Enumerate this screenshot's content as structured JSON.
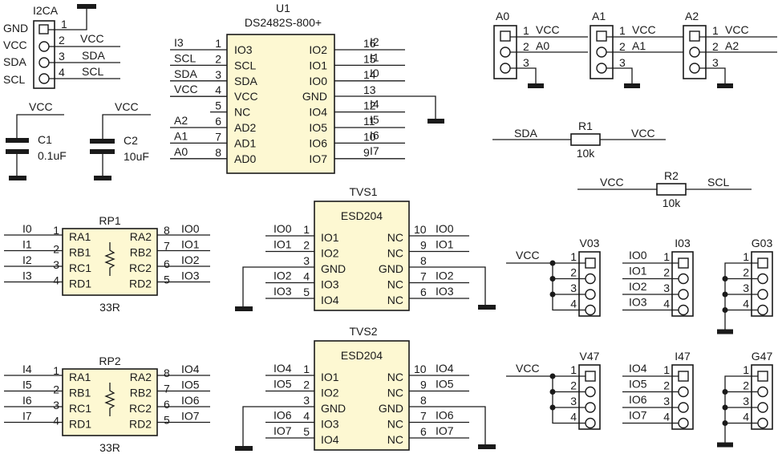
{
  "diagram": {
    "type": "electronic-schematic",
    "i2c_header": {
      "ref": "I2CA",
      "side_labels": [
        "GND",
        "VCC",
        "SDA",
        "SCL"
      ],
      "pins": [
        {
          "num": "1",
          "net": ""
        },
        {
          "num": "2",
          "net": "VCC"
        },
        {
          "num": "3",
          "net": "SDA"
        },
        {
          "num": "4",
          "net": "SCL"
        }
      ]
    },
    "u1": {
      "ref": "U1",
      "part": "DS2482S-800+",
      "left_pins": [
        {
          "num": "1",
          "name": "IO3",
          "net": "I3"
        },
        {
          "num": "2",
          "name": "SCL",
          "net": "SCL"
        },
        {
          "num": "3",
          "name": "SDA",
          "net": "SDA"
        },
        {
          "num": "4",
          "name": "VCC",
          "net": "VCC"
        },
        {
          "num": "5",
          "name": "NC",
          "net": ""
        },
        {
          "num": "6",
          "name": "AD2",
          "net": "A2"
        },
        {
          "num": "7",
          "name": "AD1",
          "net": "A1"
        },
        {
          "num": "8",
          "name": "AD0",
          "net": "A0"
        }
      ],
      "right_pins": [
        {
          "num": "16",
          "name": "IO2",
          "net": "I2"
        },
        {
          "num": "15",
          "name": "IO1",
          "net": "I1"
        },
        {
          "num": "14",
          "name": "IO0",
          "net": "I0"
        },
        {
          "num": "13",
          "name": "GND",
          "net": ""
        },
        {
          "num": "12",
          "name": "IO4",
          "net": "I4"
        },
        {
          "num": "11",
          "name": "IO5",
          "net": "I5"
        },
        {
          "num": "10",
          "name": "IO6",
          "net": "I6"
        },
        {
          "num": "9",
          "name": "IO7",
          "net": "I7"
        }
      ]
    },
    "capacitors": [
      {
        "ref": "C1",
        "value": "0.1uF",
        "net": "VCC"
      },
      {
        "ref": "C2",
        "value": "10uF",
        "net": "VCC"
      }
    ],
    "address_jumpers": [
      {
        "ref": "A0",
        "pins": [
          {
            "num": "1",
            "net": "VCC"
          },
          {
            "num": "2",
            "net": "A0"
          },
          {
            "num": "3",
            "net": ""
          }
        ]
      },
      {
        "ref": "A1",
        "pins": [
          {
            "num": "1",
            "net": "VCC"
          },
          {
            "num": "2",
            "net": "A1"
          },
          {
            "num": "3",
            "net": ""
          }
        ]
      },
      {
        "ref": "A2",
        "pins": [
          {
            "num": "1",
            "net": "VCC"
          },
          {
            "num": "2",
            "net": "A2"
          },
          {
            "num": "3",
            "net": ""
          }
        ]
      }
    ],
    "resistors": [
      {
        "ref": "R1",
        "value": "10k",
        "left_net": "SDA",
        "right_net": "VCC"
      },
      {
        "ref": "R2",
        "value": "10k",
        "left_net": "VCC",
        "right_net": "SCL"
      }
    ],
    "resistor_packs": [
      {
        "ref": "RP1",
        "value": "33R",
        "left": [
          {
            "num": "1",
            "name": "RA1",
            "net": "I0"
          },
          {
            "num": "2",
            "name": "RB1",
            "net": "I1"
          },
          {
            "num": "3",
            "name": "RC1",
            "net": "I2"
          },
          {
            "num": "4",
            "name": "RD1",
            "net": "I3"
          }
        ],
        "right": [
          {
            "num": "8",
            "name": "RA2",
            "net": "IO0"
          },
          {
            "num": "7",
            "name": "RB2",
            "net": "IO1"
          },
          {
            "num": "6",
            "name": "RC2",
            "net": "IO2"
          },
          {
            "num": "5",
            "name": "RD2",
            "net": "IO3"
          }
        ]
      },
      {
        "ref": "RP2",
        "value": "33R",
        "left": [
          {
            "num": "1",
            "name": "RA1",
            "net": "I4"
          },
          {
            "num": "2",
            "name": "RB1",
            "net": "I5"
          },
          {
            "num": "3",
            "name": "RC1",
            "net": "I6"
          },
          {
            "num": "4",
            "name": "RD1",
            "net": "I7"
          }
        ],
        "right": [
          {
            "num": "8",
            "name": "RA2",
            "net": "IO4"
          },
          {
            "num": "7",
            "name": "RB2",
            "net": "IO5"
          },
          {
            "num": "6",
            "name": "RC2",
            "net": "IO6"
          },
          {
            "num": "5",
            "name": "RD2",
            "net": "IO7"
          }
        ]
      }
    ],
    "tvs": [
      {
        "ref": "TVS1",
        "part": "ESD204",
        "left": [
          {
            "num": "1",
            "name": "IO1",
            "net": "IO0"
          },
          {
            "num": "2",
            "name": "IO2",
            "net": "IO1"
          },
          {
            "num": "3",
            "name": "GND",
            "net": ""
          },
          {
            "num": "4",
            "name": "IO3",
            "net": "IO2"
          },
          {
            "num": "5",
            "name": "IO4",
            "net": "IO3"
          }
        ],
        "right": [
          {
            "num": "10",
            "name": "NC",
            "net": "IO0"
          },
          {
            "num": "9",
            "name": "NC",
            "net": "IO1"
          },
          {
            "num": "8",
            "name": "GND",
            "net": ""
          },
          {
            "num": "7",
            "name": "NC",
            "net": "IO2"
          },
          {
            "num": "6",
            "name": "NC",
            "net": "IO3"
          }
        ]
      },
      {
        "ref": "TVS2",
        "part": "ESD204",
        "left": [
          {
            "num": "1",
            "name": "IO1",
            "net": "IO4"
          },
          {
            "num": "2",
            "name": "IO2",
            "net": "IO5"
          },
          {
            "num": "3",
            "name": "GND",
            "net": ""
          },
          {
            "num": "4",
            "name": "IO3",
            "net": "IO6"
          },
          {
            "num": "5",
            "name": "IO4",
            "net": "IO7"
          }
        ],
        "right": [
          {
            "num": "10",
            "name": "NC",
            "net": "IO4"
          },
          {
            "num": "9",
            "name": "NC",
            "net": "IO5"
          },
          {
            "num": "8",
            "name": "GND",
            "net": ""
          },
          {
            "num": "7",
            "name": "NC",
            "net": "IO6"
          },
          {
            "num": "6",
            "name": "NC",
            "net": "IO7"
          }
        ]
      }
    ],
    "output_headers": [
      {
        "ref": "V03",
        "kind": "vcc",
        "net": "VCC",
        "pins": [
          "1",
          "2",
          "3",
          "4"
        ]
      },
      {
        "ref": "I03",
        "kind": "io",
        "pins": [
          "1",
          "2",
          "3",
          "4"
        ],
        "nets": [
          "IO0",
          "IO1",
          "IO2",
          "IO3"
        ]
      },
      {
        "ref": "G03",
        "kind": "gnd",
        "pins": [
          "1",
          "2",
          "3",
          "4"
        ]
      },
      {
        "ref": "V47",
        "kind": "vcc",
        "net": "VCC",
        "pins": [
          "1",
          "2",
          "3",
          "4"
        ]
      },
      {
        "ref": "I47",
        "kind": "io",
        "pins": [
          "1",
          "2",
          "3",
          "4"
        ],
        "nets": [
          "IO4",
          "IO5",
          "IO6",
          "IO7"
        ]
      },
      {
        "ref": "G47",
        "kind": "gnd",
        "pins": [
          "1",
          "2",
          "3",
          "4"
        ]
      }
    ],
    "colors": {
      "ic_fill": "#fdf8d2",
      "line": "#1a1a1a",
      "background": "#ffffff"
    }
  }
}
